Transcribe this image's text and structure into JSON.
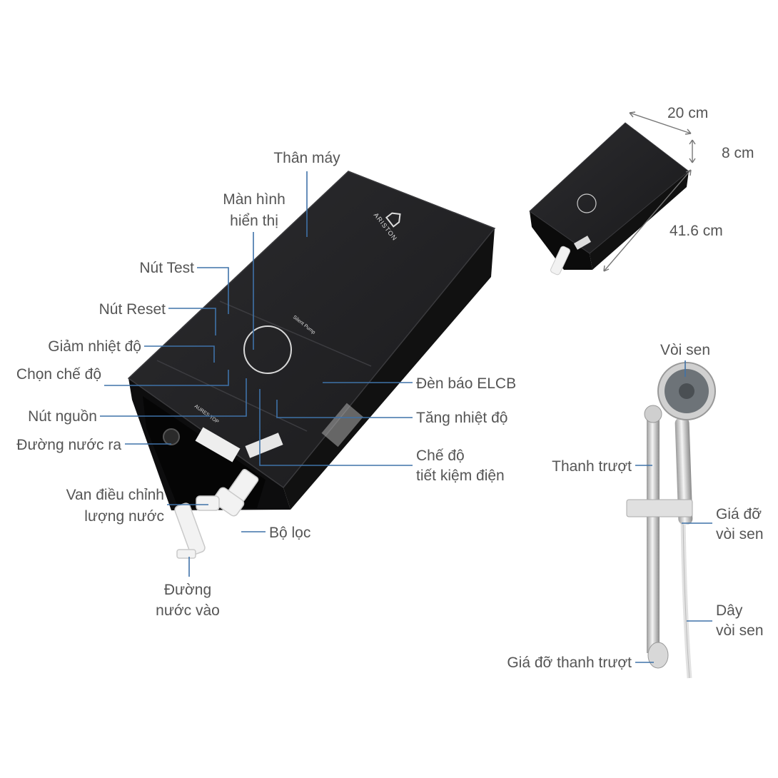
{
  "product": {
    "brand_logo_text": "ARISTON",
    "panel_text": "Silent Pump",
    "model_text": "AURES TOP",
    "colors": {
      "body": "#1f1f21",
      "side": "#141415",
      "leader_line": "#3f72a8",
      "label_text": "#555555",
      "fittings": "#f2f2f2",
      "chrome": "#c8c8c8"
    }
  },
  "labels": {
    "body": "Thân máy",
    "display_1": "Màn hình",
    "display_2": "hiển thị",
    "test_button": "Nút Test",
    "reset_button": "Nút Reset",
    "temp_down": "Giảm nhiệt độ",
    "mode_select": "Chọn chế độ",
    "power_button": "Nút nguồn",
    "water_out": "Đường nước ra",
    "valve_1": "Van điều chỉnh",
    "valve_2": "lượng nước",
    "filter": "Bộ lọc",
    "water_in_1": "Đường",
    "water_in_2": "nước vào",
    "elcb_light": "Đèn báo ELCB",
    "temp_up": "Tăng nhiệt độ",
    "eco_1": "Chế độ",
    "eco_2": "tiết kiệm điện"
  },
  "dimensions": {
    "width": "20 cm",
    "depth": "8 cm",
    "height": "41.6 cm"
  },
  "shower": {
    "head": "Vòi sen",
    "rail": "Thanh trượt",
    "holder_1": "Giá đỡ",
    "holder_2": "vòi sen",
    "hose_1": "Dây",
    "hose_2": "vòi sen",
    "rail_bracket": "Giá đỡ thanh trượt"
  }
}
